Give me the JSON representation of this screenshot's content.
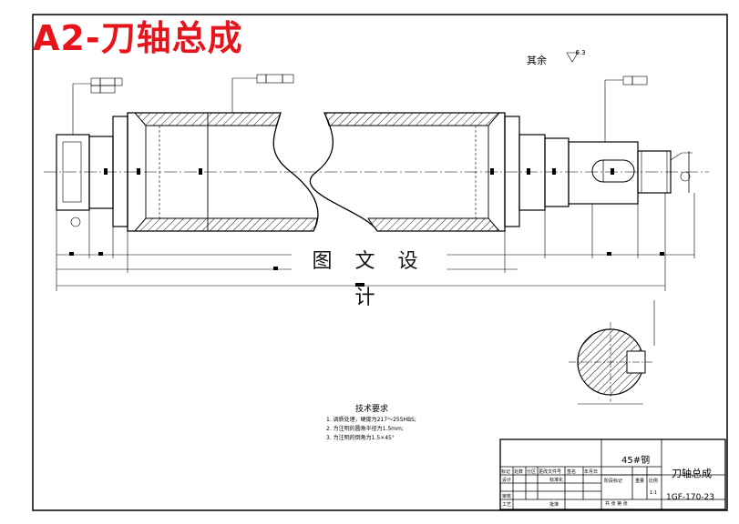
{
  "title_badge": "A2-刀轴总成",
  "watermark": "图 文 设 计",
  "surface_finish": {
    "label": "其余",
    "value": "6.3"
  },
  "technical_notes": {
    "title": "技术要求",
    "items": [
      "1. 调质处理，硬度为217～255HBS;",
      "2. 为注明的圆角半径为1.5mm;",
      "3. 为注明的倒角为1.5×45°"
    ]
  },
  "title_block": {
    "material": "45#钢",
    "drawing_name": "刀轴总成",
    "drawing_number": "1GF-170-23",
    "header_labels": [
      "标记",
      "处数",
      "分区",
      "更改文件号",
      "签名",
      "年月日"
    ],
    "row_labels": [
      "设计",
      "标准化",
      "审核",
      "工艺",
      "批准"
    ],
    "stage_labels": [
      "阶段标记",
      "重量",
      "比例"
    ],
    "scale": "1:1",
    "sheet_info": "共  张 第  张"
  }
}
